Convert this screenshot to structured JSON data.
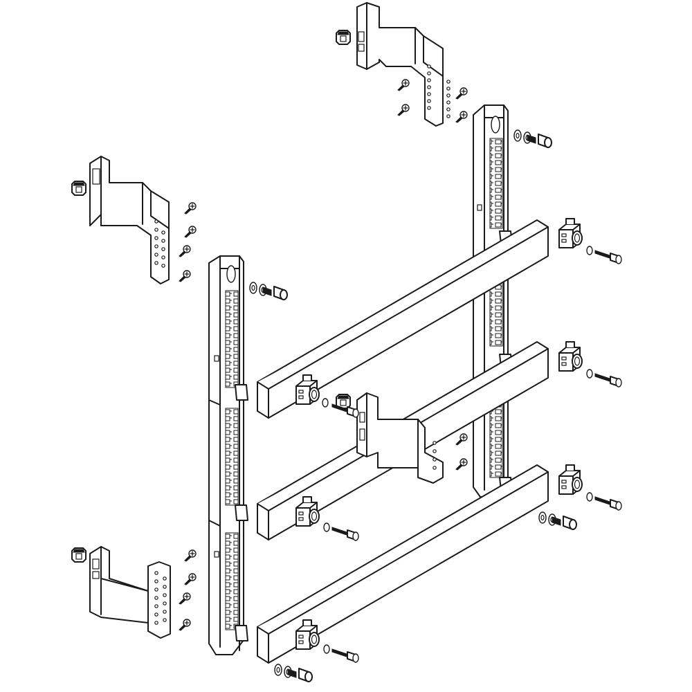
{
  "diagram": {
    "kind": "exploded-assembly-drawing",
    "palette": {
      "ink": "#1a1a1a",
      "fill": "#ffffff"
    },
    "components": {
      "vertical_rails": 2,
      "horizontal_busbar_supports": 3,
      "mounting_brackets": 4,
      "terminal_clamps": 6,
      "cage_nuts": 4,
      "socket_head_screws": 8,
      "self_tapping_screws": 14
    }
  }
}
